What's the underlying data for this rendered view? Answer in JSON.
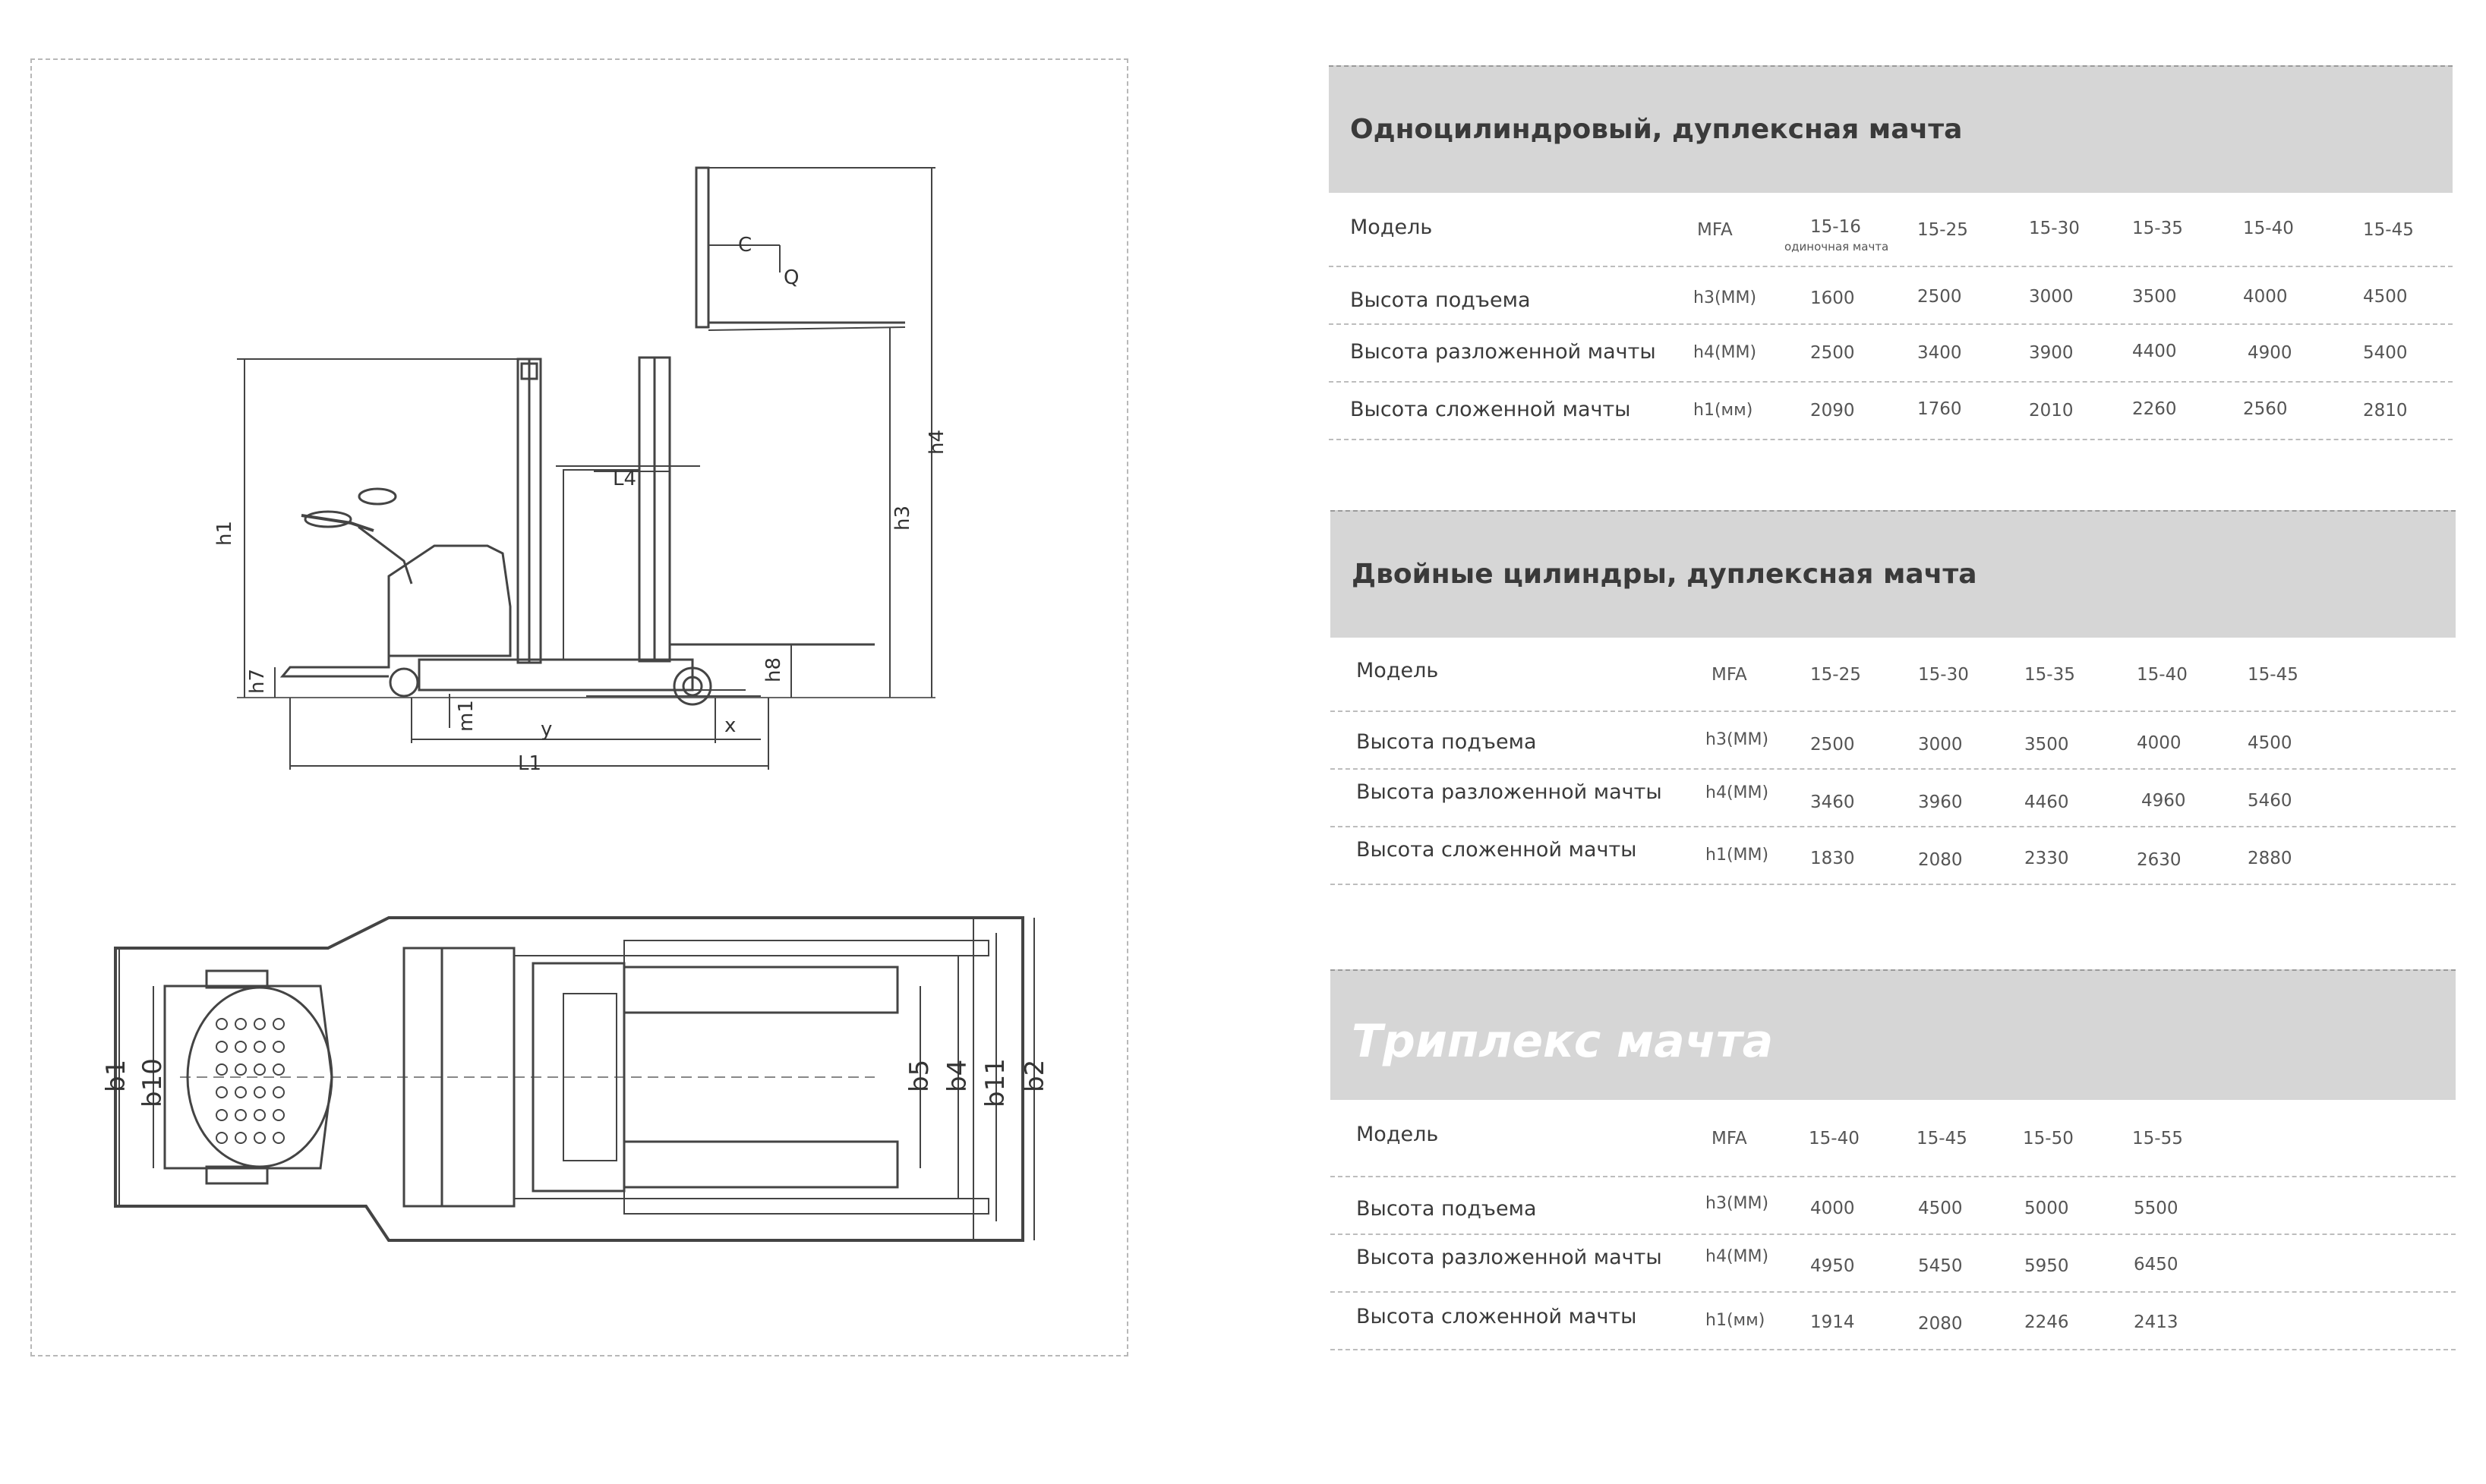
{
  "tables": [
    {
      "title": "Одноцилиндровый, дуплексная мачта",
      "model_label": "Модель",
      "model_code": "MFA",
      "models": [
        "15-16",
        "15-25",
        "15-30",
        "15-35",
        "15-40",
        "15-45"
      ],
      "model_note": "одиночная мачта",
      "rows": [
        {
          "label": "Высота подъема",
          "unit": "h3(MM)",
          "values": [
            "1600",
            "2500",
            "3000",
            "3500",
            "4000",
            "4500"
          ]
        },
        {
          "label": "Высота разложенной мачты",
          "unit": "h4(MM)",
          "values": [
            "2500",
            "3400",
            "3900",
            "4400",
            "4900",
            "5400"
          ]
        },
        {
          "label": "Высота сложенной мачты",
          "unit": "h1(мм)",
          "values": [
            "2090",
            "1760",
            "2010",
            "2260",
            "2560",
            "2810"
          ]
        }
      ]
    },
    {
      "title": "Двойные цилиндры, дуплексная мачта",
      "model_label": "Модель",
      "model_code": "MFA",
      "models": [
        "15-25",
        "15-30",
        "15-35",
        "15-40",
        "15-45"
      ],
      "rows": [
        {
          "label": "Высота подъема",
          "unit": "h3(MM)",
          "values": [
            "2500",
            "3000",
            "3500",
            "4000",
            "4500"
          ]
        },
        {
          "label": "Высота разложенной мачты",
          "unit": "h4(MM)",
          "values": [
            "3460",
            "3960",
            "4460",
            "4960",
            "5460"
          ]
        },
        {
          "label": "Высота сложенной мачты",
          "unit": "h1(MM)",
          "values": [
            "1830",
            "2080",
            "2330",
            "2630",
            "2880"
          ]
        }
      ]
    },
    {
      "title": "Триплекс мачта",
      "model_label": "Модель",
      "model_code": "MFA",
      "models": [
        "15-40",
        "15-45",
        "15-50",
        "15-55"
      ],
      "rows": [
        {
          "label": "Высота подъема",
          "unit": "h3(MM)",
          "values": [
            "4000",
            "4500",
            "5000",
            "5500"
          ]
        },
        {
          "label": "Высота разложенной мачты",
          "unit": "h4(MM)",
          "values": [
            "4950",
            "5450",
            "5950",
            "6450"
          ]
        },
        {
          "label": "Высота сложенной мачты",
          "unit": "h1(мм)",
          "values": [
            "1914",
            "2080",
            "2246",
            "2413"
          ]
        }
      ]
    }
  ],
  "drawing": {
    "side_labels": [
      "h1",
      "h3",
      "h4",
      "h7",
      "h8",
      "m1",
      "y",
      "x",
      "L1",
      "L4",
      "C",
      "Q"
    ],
    "top_labels": [
      "b1",
      "b10",
      "b5",
      "b4",
      "b11",
      "b2"
    ]
  }
}
